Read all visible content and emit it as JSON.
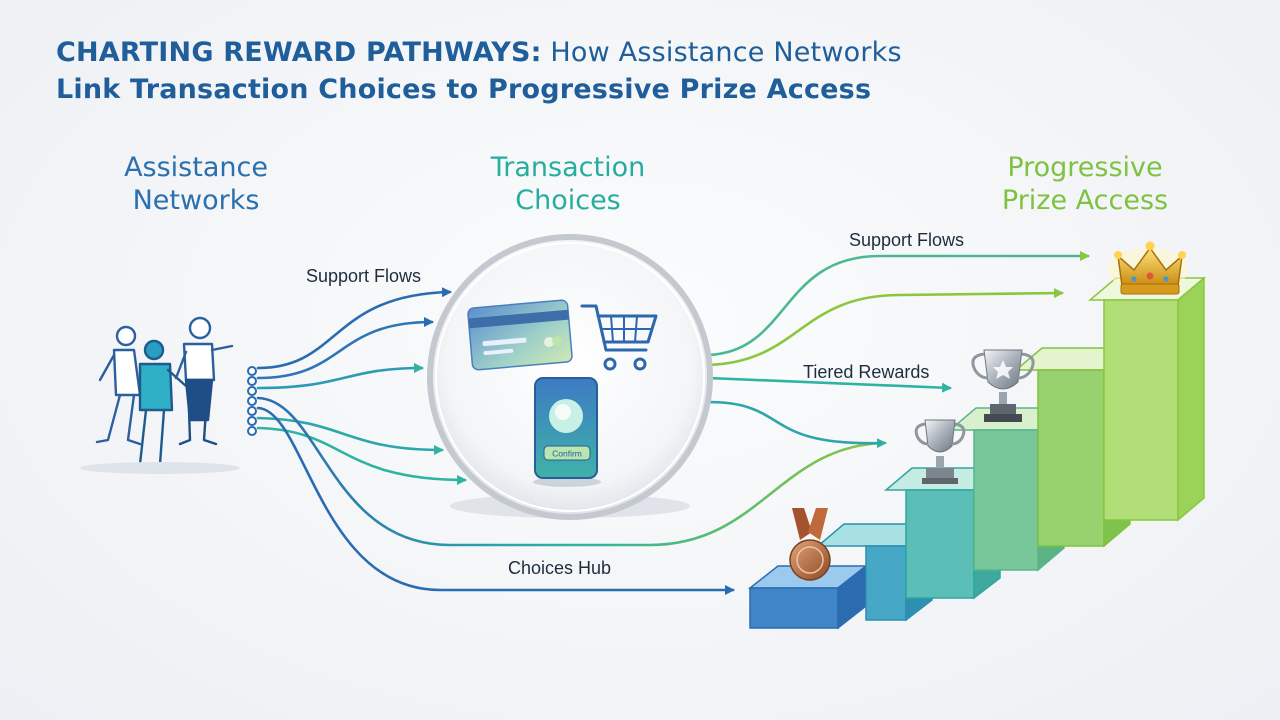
{
  "title": {
    "bold": "CHARTING REWARD PATHWAYS:",
    "line1_rest": " How Assistance Networks",
    "line2": "Link Transaction Choices to Progressive Prize Access"
  },
  "columns": {
    "assistance": {
      "line1": "Assistance",
      "line2": "Networks",
      "color": "#2a6fae"
    },
    "transaction": {
      "line1": "Transaction",
      "line2": "Choices",
      "color": "#27ad9f"
    },
    "prize": {
      "line1": "Progressive",
      "line2": "Prize Access",
      "color": "#7fc241"
    }
  },
  "labels": {
    "support_flows_left": "Support Flows",
    "support_flows_right": "Support Flows",
    "tiered_rewards": "Tiered Rewards",
    "choices_hub": "Choices Hub"
  },
  "phone": {
    "button_text": "Confirm"
  },
  "icons": [
    "people-group-icon",
    "credit-card-icon",
    "shopping-cart-icon",
    "smartphone-icon",
    "bronze-medal-icon",
    "silver-trophy-icon",
    "silver-star-trophy-icon",
    "gold-crown-icon"
  ],
  "colors": {
    "blue": "#2b6cb0",
    "teal": "#2fb3a3",
    "green": "#8cc63f",
    "title": "#1f5e9a"
  }
}
